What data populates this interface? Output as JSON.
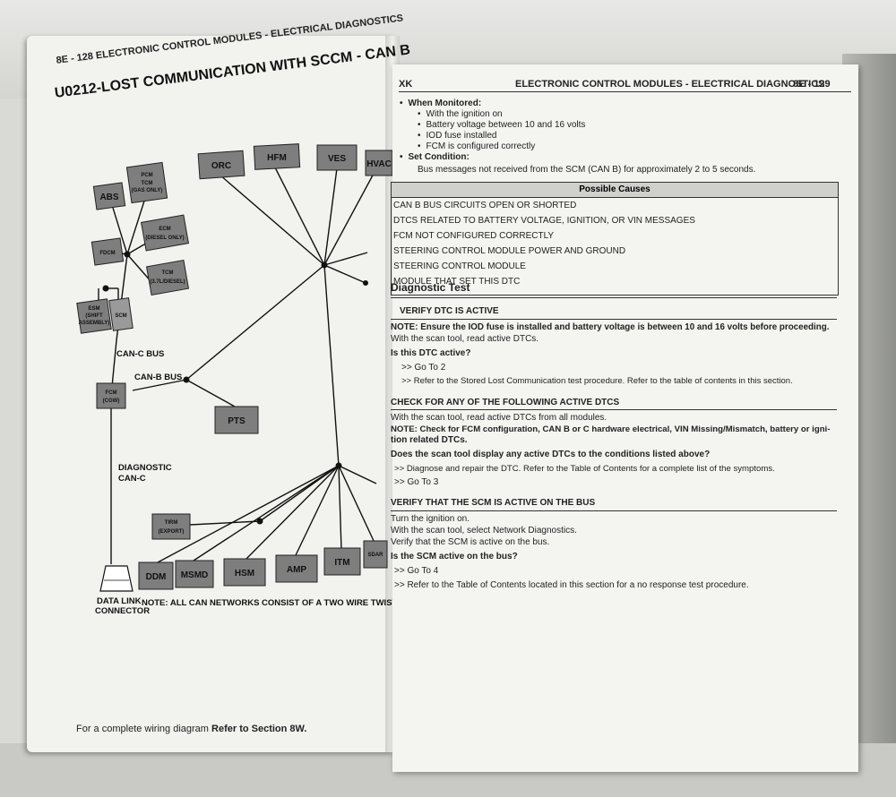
{
  "left_page": {
    "header": "8E - 128 ELECTRONIC CONTROL MODULES - ELECTRICAL DIAGNOSTICS",
    "title": "U0212-LOST COMMUNICATION WITH SCCM - CAN B",
    "footer_text": "For a complete wiring diagram",
    "footer_bold": "Refer to Section 8W.",
    "diagram": {
      "modules": {
        "orc": "ORC",
        "hfm": "HFM",
        "ves": "VES",
        "hvac": "HVAC",
        "abs": "ABS",
        "pcm1": "PCM",
        "pcm2": "TCM",
        "pcm3": "(GAS ONLY)",
        "ecm1": "ECM",
        "ecm2": "(DIESEL ONLY)",
        "fdcm": "FDCM",
        "tcm1": "TCM",
        "tcm2": "(3.7L/DIESEL)",
        "esm1": "ESM",
        "esm2": "(SHIFT",
        "esm3": "ASSEMBLY)",
        "scm": "SCM",
        "fcm1": "FCM",
        "fcm2": "(CGW)",
        "pts": "PTS",
        "tirm1": "TIRM",
        "tirm2": "(EXPORT)",
        "ddm": "DDM",
        "msmd": "MSMD",
        "hsm": "HSM",
        "amp": "AMP",
        "itm": "ITM",
        "sdar": "SDAR"
      },
      "labels": {
        "canc_bus": "CAN-C BUS",
        "canb_bus": "CAN-B BUS",
        "diag1": "DIAGNOSTIC",
        "diag2": "CAN-C",
        "dlc1": "DATA LINK",
        "dlc2": "CONNECTOR",
        "note": "NOTE: ALL CAN NETWORKS CONSIST OF A TWO WIRE TWISTED"
      }
    }
  },
  "right_page": {
    "header_left": "XK",
    "header_center": "ELECTRONIC CONTROL MODULES - ELECTRICAL DIAGNOSTICS",
    "header_right": "8E - 129",
    "when_monitored": {
      "label": "When Monitored:",
      "items": [
        "With the ignition on",
        "Battery voltage between 10 and 16 volts",
        "IOD fuse installed",
        "FCM is configured correctly"
      ]
    },
    "set_condition": {
      "label": "Set Condition:",
      "text": "Bus messages not received from the SCM (CAN B) for approximately 2 to 5 seconds."
    },
    "possible_causes": {
      "title": "Possible Causes",
      "items": [
        "CAN B BUS CIRCUITS OPEN OR SHORTED",
        "DTCS RELATED TO BATTERY VOLTAGE, IGNITION, OR VIN MESSAGES",
        "FCM NOT CONFIGURED CORRECTLY",
        "STEERING CONTROL MODULE POWER AND GROUND",
        "STEERING CONTROL MODULE",
        "MODULE THAT SET THIS DTC"
      ]
    },
    "diagnostic_test": "Diagnostic Test",
    "step1": {
      "title": "VERIFY DTC IS ACTIVE",
      "note": "NOTE: Ensure the IOD fuse is installed and battery voltage is between 10 and 16 volts before proceeding.",
      "line1": "With the scan tool, read active DTCs.",
      "question": "Is this DTC active?",
      "opt1": ">> Go To 2",
      "opt2": ">> Refer to the Stored Lost Communication test procedure. Refer to the table of contents in this section."
    },
    "step2": {
      "title": "CHECK FOR ANY OF THE FOLLOWING ACTIVE DTCS",
      "line1": "With the scan tool, read active DTCs from all modules.",
      "note1": "NOTE: Check for FCM configuration, CAN B or C hardware electrical, VIN Missing/Mismatch, battery or igni-",
      "note2": "tion related DTCs.",
      "question": "Does the scan tool display any active DTCs to the conditions listed above?",
      "opt1": ">> Diagnose and repair the DTC. Refer to the Table of Contents for a complete list of the symptoms.",
      "opt2": ">> Go To 3"
    },
    "step3": {
      "title": "VERIFY THAT THE SCM IS ACTIVE ON THE BUS",
      "line1": "Turn the ignition on.",
      "line2": "With the scan tool, select Network Diagnostics.",
      "line3": "Verify that the SCM is active on the bus.",
      "question": "Is the SCM active on the bus?",
      "opt1": ">> Go To 4",
      "opt2": ">> Refer to the Table of Contents located in this section for a no response test procedure."
    }
  }
}
